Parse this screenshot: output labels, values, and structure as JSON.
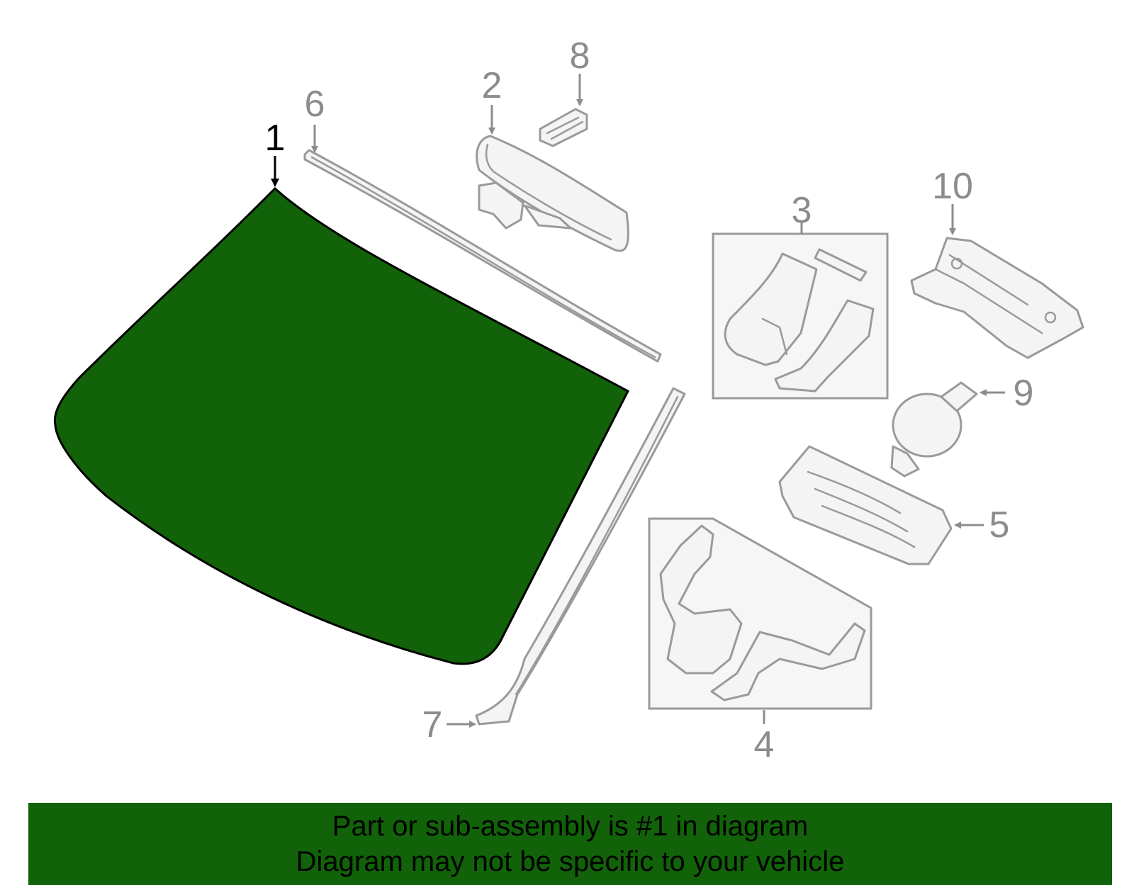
{
  "diagram": {
    "highlight_color": "#116208",
    "callouts": [
      {
        "id": "1",
        "label": "1",
        "highlighted": true
      },
      {
        "id": "2",
        "label": "2"
      },
      {
        "id": "3",
        "label": "3"
      },
      {
        "id": "4",
        "label": "4"
      },
      {
        "id": "5",
        "label": "5"
      },
      {
        "id": "6",
        "label": "6"
      },
      {
        "id": "7",
        "label": "7"
      },
      {
        "id": "8",
        "label": "8"
      },
      {
        "id": "9",
        "label": "9"
      },
      {
        "id": "10",
        "label": "10"
      }
    ]
  },
  "banner": {
    "background": "#116208",
    "line1": "Part or sub-assembly is #1 in diagram",
    "line2": "Diagram may not be specific to your vehicle"
  }
}
